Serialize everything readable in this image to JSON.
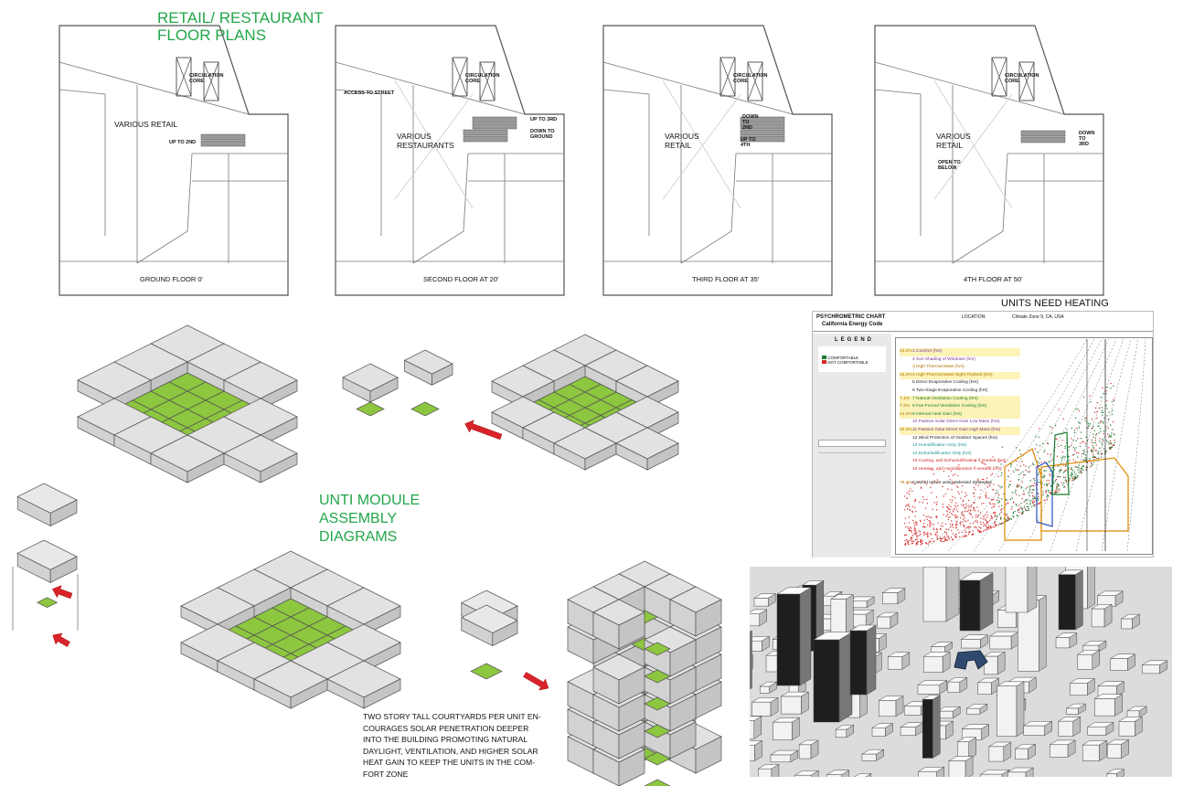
{
  "titles": {
    "floor_plans": "RETAIL/ RESTAURANT\nFLOOR PLANS",
    "assembly": "UNTI MODULE\nASSEMBLY\nDIAGRAMS",
    "heating": "UNITS NEED HEATING"
  },
  "plans": [
    {
      "floor": "GROUND FLOOR 0'",
      "space": "VARIOUS RETAIL",
      "core": "CIRCULATION\nCORE",
      "stair1": "UP TO 2ND"
    },
    {
      "floor": "SECOND FLOOR AT 20'",
      "space": "VARIOUS\nRESTAURANTS",
      "core": "CIRCULATION\nCORE",
      "access": "ACCESS TO STREET",
      "stair1": "UP TO 3RD",
      "stair2": "DOWN TO\nGROUND"
    },
    {
      "floor": "THIRD FLOOR AT 35'",
      "space": "VARIOUS\nRETAIL",
      "core": "CIRCULATION\nCORE",
      "stair1": "DOWN\nTO\n2ND",
      "stair2": "UP TO\n4TH"
    },
    {
      "floor": "4TH FLOOR AT 50'",
      "space": "VARIOUS\nRETAIL",
      "core": "CIRCULATION\nCORE",
      "stair1": "DOWN\nTO\n3RD",
      "open": "OPEN TO\nBELOW"
    }
  ],
  "paragraph": "TWO STORY TALL COURTYARDS PER UNIT EN-\nCOURAGES SOLAR PENETRATION DEEPER\nINTO THE BUILDING PROMOTING NATURAL\nDAYLIGHT, VENTILATION, AND HIGHER SOLAR\nHEAT GAIN TO KEEP THE UNITS IN THE COM-\nFORT ZONE",
  "psychrometric": {
    "title": "PSYCHROMETRIC CHART",
    "subtitle": "California Energy Code",
    "location_label": "LOCATION:",
    "location": "Climate Zone 9, CA, USA",
    "legend_title": "LEGEND",
    "legend": [
      "COMFORTABLE",
      "NOT COMFORTABLE"
    ],
    "strategies": [
      {
        "pct": "12.1%",
        "label": "1 Comfort (hrs)"
      },
      {
        "pct": "",
        "label": "2 Sun Shading of Windows (hrs)"
      },
      {
        "pct": "",
        "label": "3 High Thermal Mass (hrs)"
      },
      {
        "pct": "15.3%",
        "label": "4 High Thermal Mass Night Flushed (hrs)"
      },
      {
        "pct": "",
        "label": "5 Direct Evaporative Cooling (hrs)"
      },
      {
        "pct": "",
        "label": "6 Two-Stage Evaporative Cooling (hrs)"
      },
      {
        "pct": "7.1%",
        "label": "7 Natural Ventilation Cooling (hrs)"
      },
      {
        "pct": "7.3%",
        "label": "8 Fan-Forced Ventilation Cooling (hrs)"
      },
      {
        "pct": "44.4%",
        "label": "9 Internal Heat Gain (hrs)"
      },
      {
        "pct": "",
        "label": "10 Passive Solar Direct Gain Low Mass (hrs)"
      },
      {
        "pct": "22.3%",
        "label": "11 Passive Solar Direct Gain High Mass (hrs)"
      },
      {
        "pct": "",
        "label": "12 Wind Protection of Outdoor Spaces (hrs)"
      },
      {
        "pct": "",
        "label": "13 Humidification Only (hrs)"
      },
      {
        "pct": "",
        "label": "14 Dehumidification Only (hrs)"
      },
      {
        "pct": "",
        "label": "15 Cooling, add Dehumidification if needed (hrs)"
      },
      {
        "pct": "",
        "label": "16 Heating, add Humidification if needed (hrs)"
      }
    ],
    "total_pct": "79.3%",
    "total_label": "Comfort Hours using Selected Strategies",
    "colors": {
      "comfortable": "#1a7a2e",
      "not_comfortable": "#d42a2a"
    }
  },
  "colors": {
    "accent_green": "#22a64a",
    "tile_green": "#8dc63f",
    "arrow_red": "#d9232a",
    "highlight_blue": "#2f4a6e"
  }
}
